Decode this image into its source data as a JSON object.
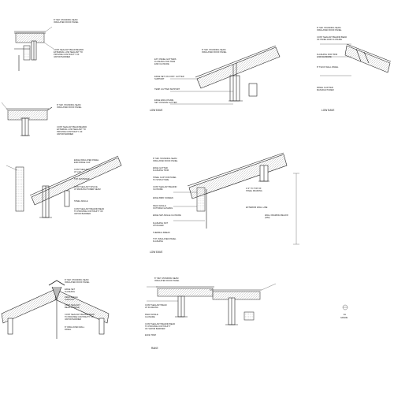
{
  "sheet": {
    "detail_titles": {
      "low_eave_center": "LOW EAVE",
      "low_eave_right": "LOW EAVE",
      "low_eave_mid": "LOW EAVE",
      "rake": "RAKE"
    },
    "notes": {
      "d1_a": "8\" SIM. STANDING SEAM\nINSULATED ROOF PANEL",
      "d1_b": "CONT SEALANT BEAD BEHIND\nEXTERNAL LOW SEALANT TO\nPROVIDE CONTINUITY OF\nVAPOR BARRIER",
      "d2_a": "8\" SIM. STANDING SEAM\nINSULATED ROOF PANEL",
      "d2_b": "CONT SEALANT BEAD BEHIND\nEXTERNAL LOW SEALANT TO\nPROVIDE CONTINUITY OF\nVAPOR BARRIER",
      "d3_a": "8\" SIM. STANDING SEAM\nINSULATED ROOF PANEL",
      "d3_b": "EXT. PANEL GUTTERS\nFLASHING FOR TRIM\nEND CLOSURE",
      "d3_c": "EDGE SET ON CONT. GUTTER\nSUPPORT",
      "d3_d": "TEMP. GUTTER SUPPORT",
      "d3_e": "EDGE ENCLOSURE\nSET ON EAVE GUTTER",
      "d4_a": "8\" SIM. STANDING SEAM\nINSULATED ROOF PANEL",
      "d4_b": "CONT SEALANT BEHIND BEAD\nOF PANEL END CLOSURE",
      "d4_c": "FLASHING FOR TRIM\nEND CLOSURE",
      "d4_d": "8\" THICK WALL PANEL",
      "d4_e": "PANEL CLIP PER\nMANUFACTURER",
      "d5_a": "8\" SIM. STANDING SEAM\nINSULATED ROOF PANEL",
      "d5_b": "EDGE GUTTER\nFLASHING TRIM",
      "d5_c": "STEEL CLIP FOR PANEL\nTO STRUCTURE",
      "d5_d": "CONT SEALANT BEHIND\nCLOSURE",
      "d5_e": "EDGE BIRD SCREEN",
      "d5_f": "FIELD ANGLE\nOUTSIDE FLASHING",
      "d5_g": "EDGE SET ANGLE CLOSURE",
      "d5_h": "FLASHING NOT\nATTACHED",
      "d5_i": "THERMAL BREAK",
      "d5_j": "TYP. INSULATED PANEL\nFLASHING",
      "d6_a": "EDGE INSULATED PANEL\nEND RIDGE CAP",
      "d6_b": "CONT SEALANT\nAT LAP",
      "d6_c": "TOP FASTENER",
      "d6_d": "CONT SEALANT SPLICE\nAT MANUFACTURER SEAM",
      "d6_e": "STEEL ANGLE",
      "d6_f": "CONT SEALANT BEHIND BEAD\nTO PROVIDE CONTINUITY OF\nVAPOR BARRIER",
      "d7_a": "8\" SIM. STANDING SEAM\nINSULATED ROOF PANEL",
      "d7_b": "EDGE SET\nFLASHING",
      "d7_c": "FIELD ANGLE\nSUPPORT",
      "d7_d": "CONT SEALANT\nBEAD AT EDGE",
      "d7_e": "CONT SEALANT BEHIND BEAD\nTO PROVIDE CONTINUITY OF\nVAPOR BARRIER",
      "d7_f": "8\" INSULATED WALL\nPANEL",
      "d8_a": "8\" SIM. STANDING SEAM\nINSULATED ROOF PANEL",
      "d8_b": "CONT SEALANT BEAD\nAT FLASHING",
      "d8_c": "FIELD ANGLE\nCLOSURE",
      "d8_d": "CONT SEALANT BEHIND BEAD\nTO PROVIDE CONTINUITY\nOF VAPOR BARRIER",
      "d8_e": "EAVE TRIM",
      "dim_a": "2'-0\" TO TOP OF\nSTEEL FRAMING",
      "dim_b": "EXTERIOR WALL LINE",
      "dim_c": "WALL FRAMING BELOW\n(SIM)",
      "marker_a": "EL",
      "marker_b": "GRADE"
    },
    "colors": {
      "line": "#222222",
      "hatch": "#9a9a9a",
      "paper": "#ffffff"
    }
  }
}
